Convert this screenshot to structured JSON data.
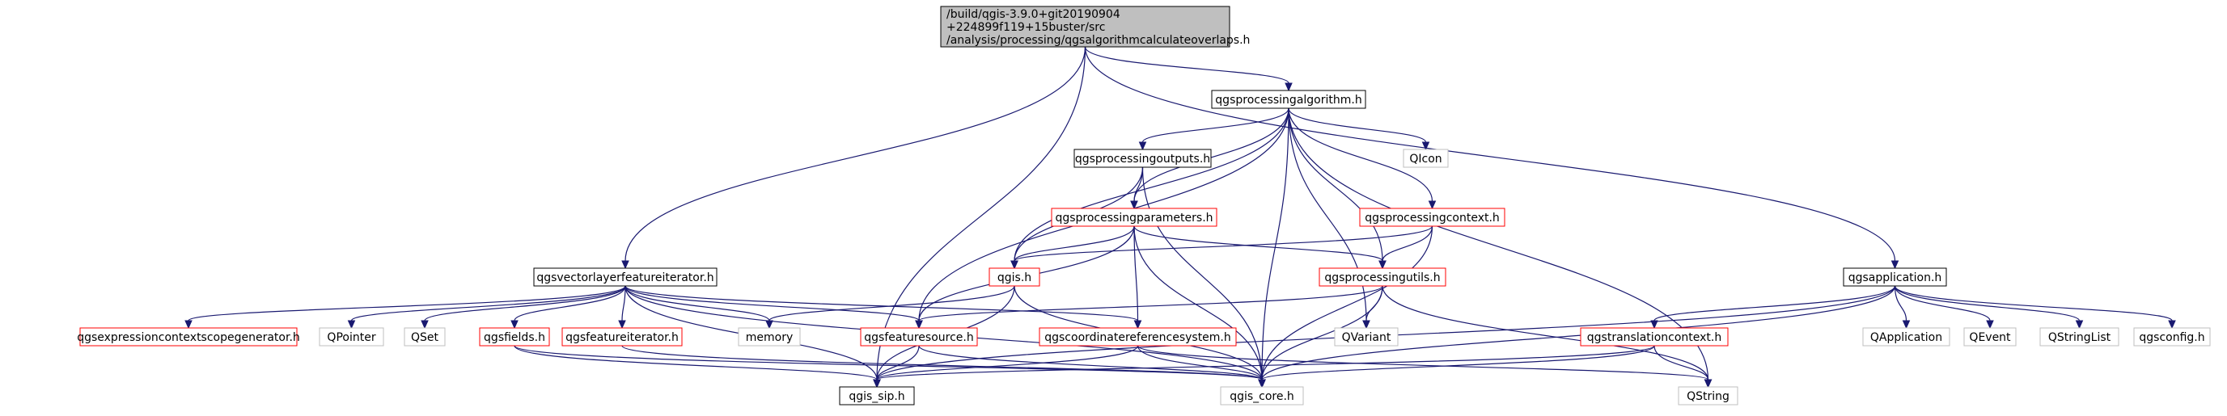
{
  "colors": {
    "edge": "#191970",
    "root_fill": "#bfbfbf",
    "root_border": "#000000",
    "documented_border": "#000000",
    "incomplete_border": "#ff0000",
    "external_border": "#bfbfbf",
    "external_text": "#000000"
  },
  "nodes": [
    {
      "id": "root",
      "kind": "root",
      "lines": [
        "/build/qgis-3.9.0+git20190904",
        "+224899f119+15buster/src",
        "/analysis/processing/qgsalgorithmcalculateoverlaps.h"
      ]
    },
    {
      "id": "qgsprocessingalgorithm",
      "kind": "documented",
      "lines": [
        "qgsprocessingalgorithm.h"
      ]
    },
    {
      "id": "qgsprocessingoutputs",
      "kind": "documented",
      "lines": [
        "qgsprocessingoutputs.h"
      ]
    },
    {
      "id": "qicon",
      "kind": "external",
      "lines": [
        "QIcon"
      ]
    },
    {
      "id": "qgsprocessingparameters",
      "kind": "incomplete",
      "lines": [
        "qgsprocessingparameters.h"
      ]
    },
    {
      "id": "qgsprocessingcontext",
      "kind": "incomplete",
      "lines": [
        "qgsprocessingcontext.h"
      ]
    },
    {
      "id": "qgsvectorlayerfeatureiterator",
      "kind": "documented",
      "lines": [
        "qgsvectorlayerfeatureiterator.h"
      ]
    },
    {
      "id": "qgis",
      "kind": "incomplete",
      "lines": [
        "qgis.h"
      ]
    },
    {
      "id": "qgsprocessingutils",
      "kind": "incomplete",
      "lines": [
        "qgsprocessingutils.h"
      ]
    },
    {
      "id": "qgsapplication",
      "kind": "documented",
      "lines": [
        "qgsapplication.h"
      ]
    },
    {
      "id": "qgsexpressioncontextscopegenerator",
      "kind": "incomplete",
      "lines": [
        "qgsexpressioncontextscopegenerator.h"
      ]
    },
    {
      "id": "qpointer",
      "kind": "external",
      "lines": [
        "QPointer"
      ]
    },
    {
      "id": "qset",
      "kind": "external",
      "lines": [
        "QSet"
      ]
    },
    {
      "id": "qgsfields",
      "kind": "incomplete",
      "lines": [
        "qgsfields.h"
      ]
    },
    {
      "id": "qgsfeatureiterator",
      "kind": "incomplete",
      "lines": [
        "qgsfeatureiterator.h"
      ]
    },
    {
      "id": "memory",
      "kind": "external",
      "lines": [
        "memory"
      ]
    },
    {
      "id": "qgsfeaturesource",
      "kind": "incomplete",
      "lines": [
        "qgsfeaturesource.h"
      ]
    },
    {
      "id": "qgscoordinatereferencesystem",
      "kind": "incomplete",
      "lines": [
        "qgscoordinatereferencesystem.h"
      ]
    },
    {
      "id": "qvariant",
      "kind": "external",
      "lines": [
        "QVariant"
      ]
    },
    {
      "id": "qgstranslationcontext",
      "kind": "incomplete",
      "lines": [
        "qgstranslationcontext.h"
      ]
    },
    {
      "id": "qapplication",
      "kind": "external",
      "lines": [
        "QApplication"
      ]
    },
    {
      "id": "qevent",
      "kind": "external",
      "lines": [
        "QEvent"
      ]
    },
    {
      "id": "qstringlist",
      "kind": "external",
      "lines": [
        "QStringList"
      ]
    },
    {
      "id": "qgsconfig",
      "kind": "external",
      "lines": [
        "qgsconfig.h"
      ]
    },
    {
      "id": "qgis_sip",
      "kind": "documented",
      "lines": [
        "qgis_sip.h"
      ]
    },
    {
      "id": "qgis_core",
      "kind": "external",
      "lines": [
        "qgis_core.h"
      ]
    },
    {
      "id": "qstring",
      "kind": "external",
      "lines": [
        "QString"
      ]
    }
  ],
  "edges": [
    [
      "root",
      "qgsprocessingalgorithm"
    ],
    [
      "root",
      "qgsvectorlayerfeatureiterator"
    ],
    [
      "root",
      "qgsapplication"
    ],
    [
      "root",
      "qgis_sip"
    ],
    [
      "qgsprocessingalgorithm",
      "qgsprocessingoutputs"
    ],
    [
      "qgsprocessingalgorithm",
      "qicon"
    ],
    [
      "qgsprocessingalgorithm",
      "qgsprocessingparameters"
    ],
    [
      "qgsprocessingalgorithm",
      "qgsprocessingcontext"
    ],
    [
      "qgsprocessingalgorithm",
      "qgis"
    ],
    [
      "qgsprocessingalgorithm",
      "qgsprocessingutils"
    ],
    [
      "qgsprocessingalgorithm",
      "qgsfeaturesource"
    ],
    [
      "qgsprocessingalgorithm",
      "qvariant"
    ],
    [
      "qgsprocessingalgorithm",
      "qgis_core"
    ],
    [
      "qgsprocessingalgorithm",
      "qstring"
    ],
    [
      "qgsprocessingoutputs",
      "qgsprocessingparameters"
    ],
    [
      "qgsprocessingoutputs",
      "qgis"
    ],
    [
      "qgsprocessingoutputs",
      "qgis_core"
    ],
    [
      "qgsprocessingparameters",
      "qgis"
    ],
    [
      "qgsprocessingparameters",
      "qgsprocessingutils"
    ],
    [
      "qgsprocessingparameters",
      "qgsfeaturesource"
    ],
    [
      "qgsprocessingparameters",
      "qgscoordinatereferencesystem"
    ],
    [
      "qgsprocessingparameters",
      "qgis_core"
    ],
    [
      "qgsprocessingcontext",
      "qgis"
    ],
    [
      "qgsprocessingcontext",
      "qgsprocessingutils"
    ],
    [
      "qgsprocessingcontext",
      "qgis_core"
    ],
    [
      "qgis",
      "memory"
    ],
    [
      "qgis",
      "qgis_sip"
    ],
    [
      "qgis",
      "qgis_core"
    ],
    [
      "qgsprocessingutils",
      "qgsfeaturesource"
    ],
    [
      "qgsprocessingutils",
      "qvariant"
    ],
    [
      "qgsprocessingutils",
      "qgis_core"
    ],
    [
      "qgsprocessingutils",
      "qstring"
    ],
    [
      "qgsvectorlayerfeatureiterator",
      "qgsexpressioncontextscopegenerator"
    ],
    [
      "qgsvectorlayerfeatureiterator",
      "qpointer"
    ],
    [
      "qgsvectorlayerfeatureiterator",
      "qset"
    ],
    [
      "qgsvectorlayerfeatureiterator",
      "qgsfields"
    ],
    [
      "qgsvectorlayerfeatureiterator",
      "qgsfeatureiterator"
    ],
    [
      "qgsvectorlayerfeatureiterator",
      "memory"
    ],
    [
      "qgsvectorlayerfeatureiterator",
      "qgsfeaturesource"
    ],
    [
      "qgsvectorlayerfeatureiterator",
      "qgscoordinatereferencesystem"
    ],
    [
      "qgsvectorlayerfeatureiterator",
      "qgis_sip"
    ],
    [
      "qgsvectorlayerfeatureiterator",
      "qgis_core"
    ],
    [
      "qgsfields",
      "qgis_sip"
    ],
    [
      "qgsfields",
      "qgis_core"
    ],
    [
      "qgsfeatureiterator",
      "qgis_core"
    ],
    [
      "qgsfeaturesource",
      "qgis_sip"
    ],
    [
      "qgsfeaturesource",
      "qgis_core"
    ],
    [
      "qgscoordinatereferencesystem",
      "qgis_sip"
    ],
    [
      "qgscoordinatereferencesystem",
      "qgis_core"
    ],
    [
      "qgscoordinatereferencesystem",
      "qstring"
    ],
    [
      "qgsapplication",
      "qgstranslationcontext"
    ],
    [
      "qgsapplication",
      "qapplication"
    ],
    [
      "qgsapplication",
      "qevent"
    ],
    [
      "qgsapplication",
      "qstringlist"
    ],
    [
      "qgsapplication",
      "qgsconfig"
    ],
    [
      "qgsapplication",
      "qgis_sip"
    ],
    [
      "qgsapplication",
      "qgis_core"
    ],
    [
      "qgstranslationcontext",
      "qgis_sip"
    ],
    [
      "qgstranslationcontext",
      "qgis_core"
    ],
    [
      "qgstranslationcontext",
      "qstring"
    ]
  ]
}
